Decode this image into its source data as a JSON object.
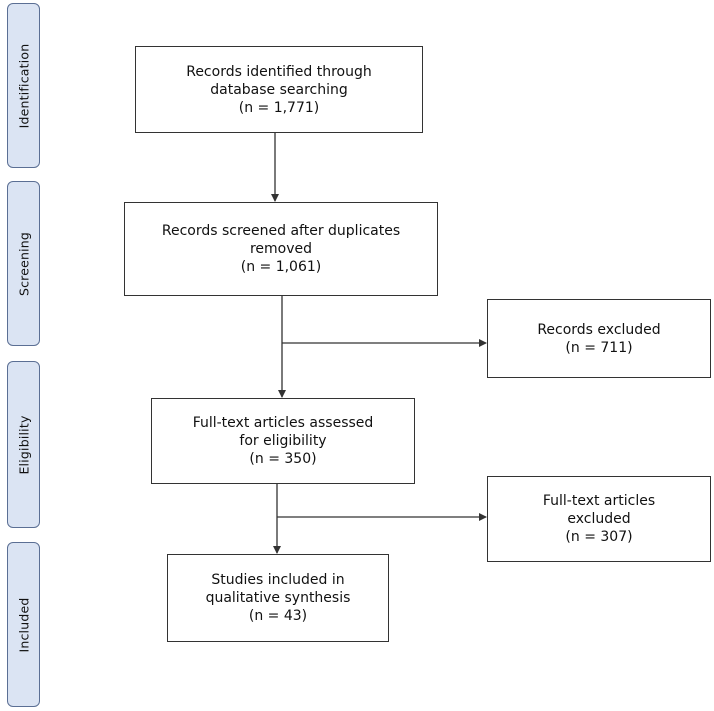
{
  "phases": {
    "identification": "Identification",
    "screening": "Screening",
    "eligibility": "Eligibility",
    "included": "Included"
  },
  "boxes": {
    "identified": {
      "line1": "Records identified through",
      "line2": "database searching",
      "count": "(n = 1,771)"
    },
    "screened": {
      "line1": "Records screened after duplicates",
      "line2": "removed",
      "count": "(n = 1,061)"
    },
    "records_excluded": {
      "line1": "Records excluded",
      "count": "(n = 711)"
    },
    "fulltext_assessed": {
      "line1": "Full-text articles assessed",
      "line2": "for eligibility",
      "count": "(n = 350)"
    },
    "fulltext_excluded": {
      "line1": "Full-text articles",
      "line2": "excluded",
      "count": "(n =  307)"
    },
    "included": {
      "line1": "Studies included in",
      "line2": "qualitative synthesis",
      "count": "(n =  43)"
    }
  },
  "colors": {
    "phase_fill": "#dbe4f3",
    "phase_border": "#5b6f94",
    "line": "#333333"
  }
}
